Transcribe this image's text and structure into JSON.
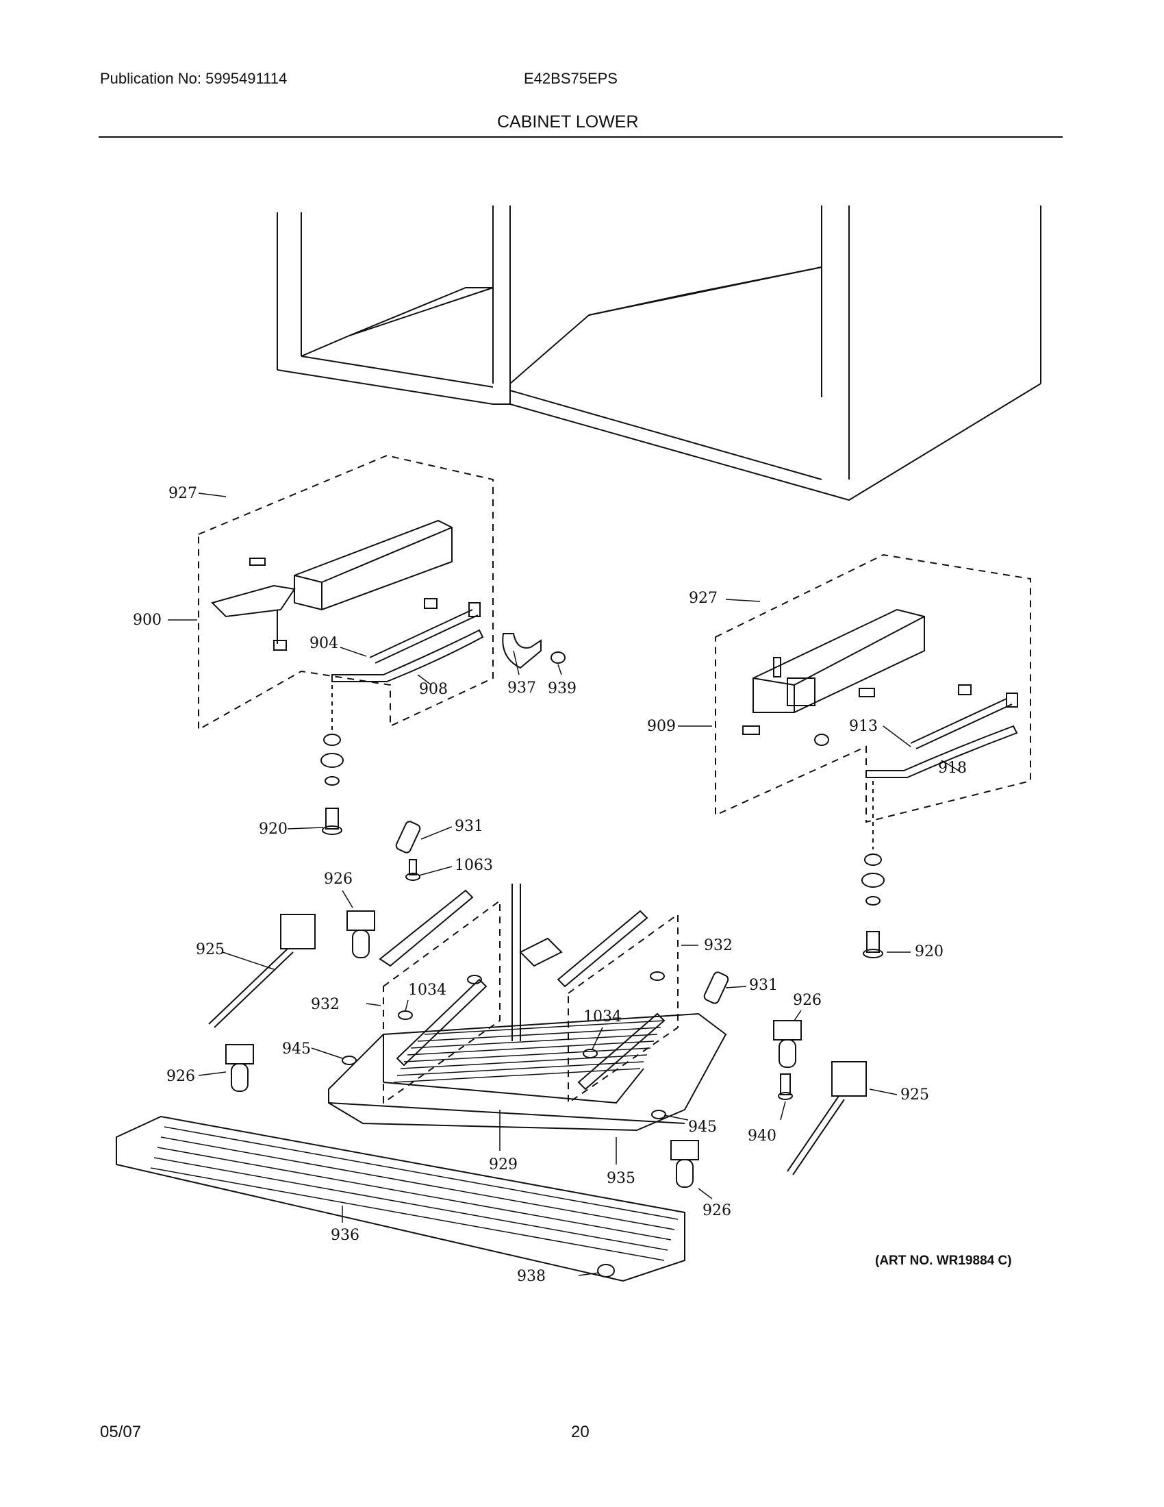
{
  "header": {
    "publication": "Publication No: 5995491114",
    "model": "E42BS75EPS",
    "section_title": "CABINET LOWER"
  },
  "footer": {
    "date": "05/07",
    "page_number": "20"
  },
  "art_number": "(ART NO. WR19884 C)",
  "part_labels": {
    "p927a": "927",
    "p927b": "927",
    "p900": "900",
    "p904": "904",
    "p908": "908",
    "p937": "937",
    "p939": "939",
    "p909": "909",
    "p913": "913",
    "p918": "918",
    "p920a": "920",
    "p920b": "920",
    "p931a": "931",
    "p931b": "931",
    "p1063": "1063",
    "p926a": "926",
    "p926b": "926",
    "p926c": "926",
    "p926d": "926",
    "p925a": "925",
    "p925b": "925",
    "p932a": "932",
    "p932b": "932",
    "p1034a": "1034",
    "p1034b": "1034",
    "p945a": "945",
    "p945b": "945",
    "p940": "940",
    "p929": "929",
    "p935": "935",
    "p936": "936",
    "p938": "938"
  }
}
